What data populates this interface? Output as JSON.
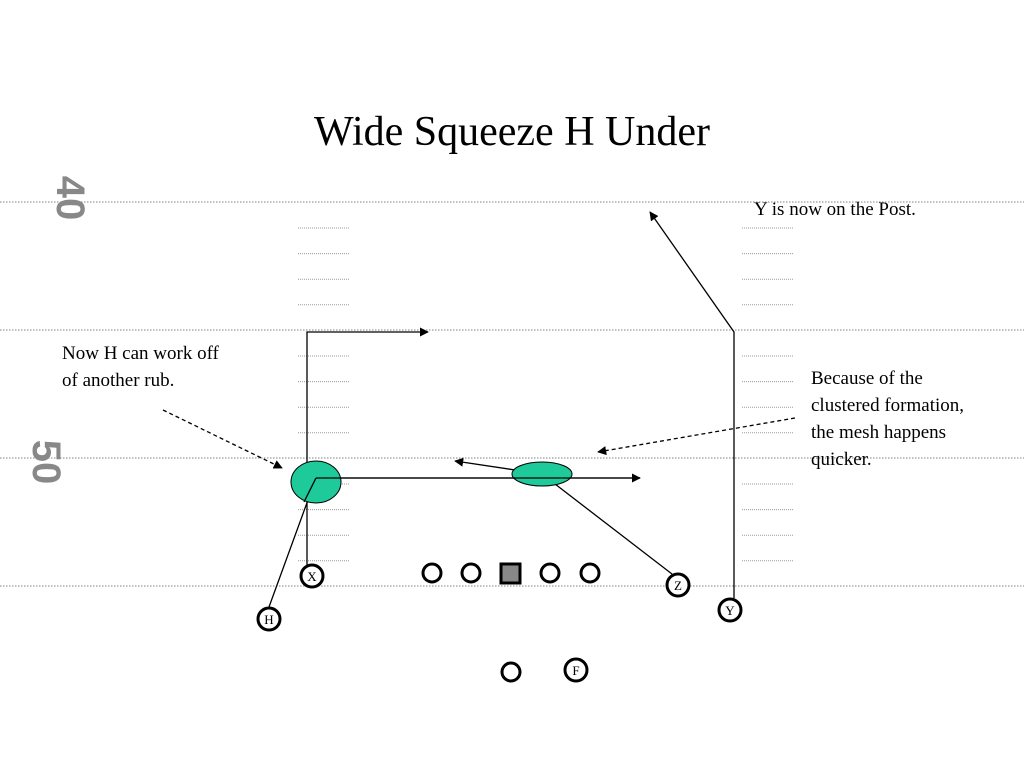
{
  "title": "Wide Squeeze H Under",
  "yard_markers": [
    "40",
    "50"
  ],
  "notes": {
    "post": "Y is now on the Post.",
    "rub": "Now H can work off\nof another rub.",
    "mesh": "Because of the\nclustered formation,\nthe mesh happens\nquicker."
  },
  "players": {
    "X": "X",
    "H": "H",
    "Z": "Z",
    "Y": "Y",
    "F": "F"
  },
  "colors": {
    "mesh_fill": "#1ec99a",
    "center_fill": "#888888",
    "yard_number": "#888888"
  }
}
